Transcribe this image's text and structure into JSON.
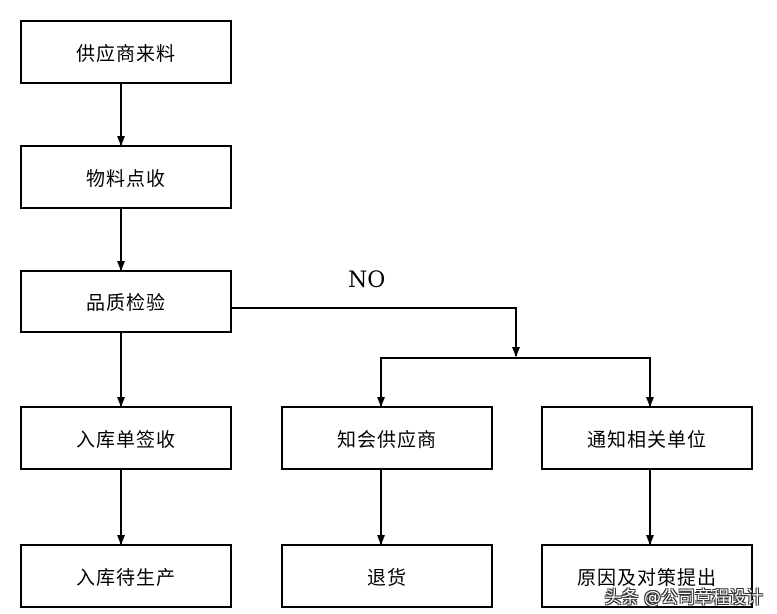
{
  "nodes": {
    "supplier_material": "供应商来料",
    "material_count": "物料点收",
    "quality_inspection": "品质检验",
    "stock_in_sign": "入库单签收",
    "notify_supplier": "知会供应商",
    "notify_units": "通知相关单位",
    "stock_in_production": "入库待生产",
    "return_goods": "退货",
    "cause_countermeasure": "原因及对策提出"
  },
  "labels": {
    "reject_branch": "NO"
  },
  "watermark": "头条 @公司章程设计",
  "colors": {
    "line": "#000000",
    "background": "#ffffff"
  }
}
